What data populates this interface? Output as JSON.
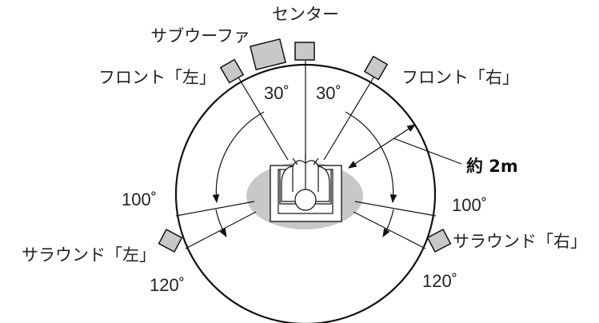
{
  "speakers": {
    "center": "センター",
    "subwoofer": "サブウーファ",
    "front_left": "フロント「左」",
    "front_right": "フロント「右」",
    "surround_left": "サラウンド「左」",
    "surround_right": "サラウンド「右」"
  },
  "angles": {
    "front_left": "30˚",
    "front_right": "30˚",
    "side_left": "100˚",
    "side_right": "100˚",
    "rear_left": "120˚",
    "rear_right": "120˚"
  },
  "distance": "約 2m",
  "colors": {
    "speaker_fill": "#c8c8c8",
    "listening_area": "#c8c8c8",
    "line": "#111111"
  }
}
